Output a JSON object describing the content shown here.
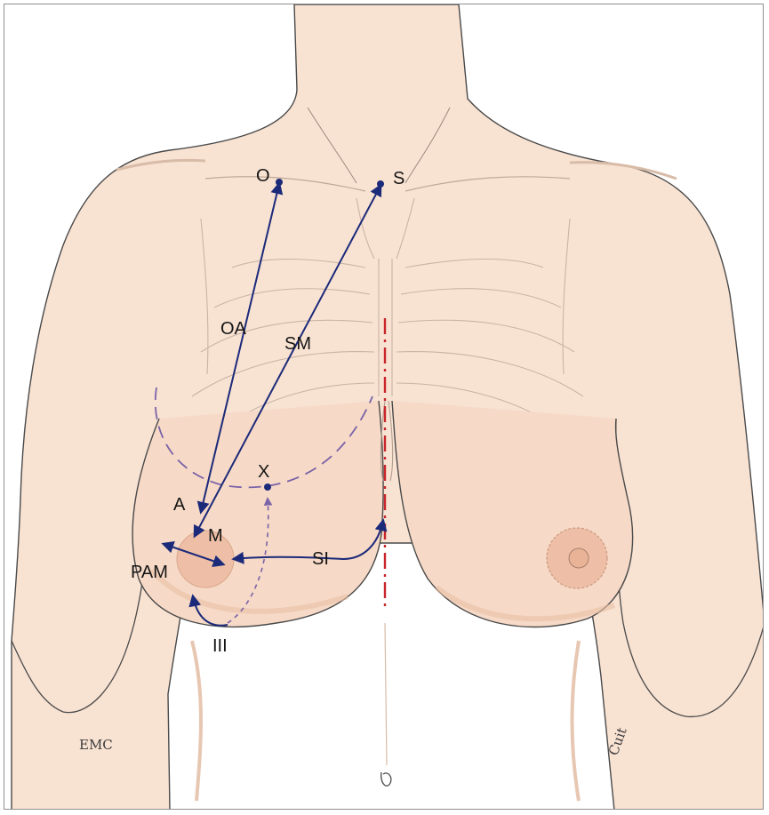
{
  "figure": {
    "labels": {
      "O": "O",
      "S": "S",
      "OA": "OA",
      "SM": "SM",
      "X": "X",
      "A": "A",
      "M": "M",
      "PAM": "PAM",
      "SI": "SI",
      "III": "III"
    },
    "signatures": {
      "left": "EMC",
      "right": "Cuit"
    }
  },
  "colors": {
    "skin": "#f8e2d2",
    "skin_shadow": "#efcab2",
    "areola": "#eebfa6",
    "outline": "#4a4a4a",
    "rib_lines": "#c9b4a6",
    "arrow_blue": "#1c2a7a",
    "dashed_violet": "#7a63a8",
    "midline_red": "#c8262c"
  }
}
